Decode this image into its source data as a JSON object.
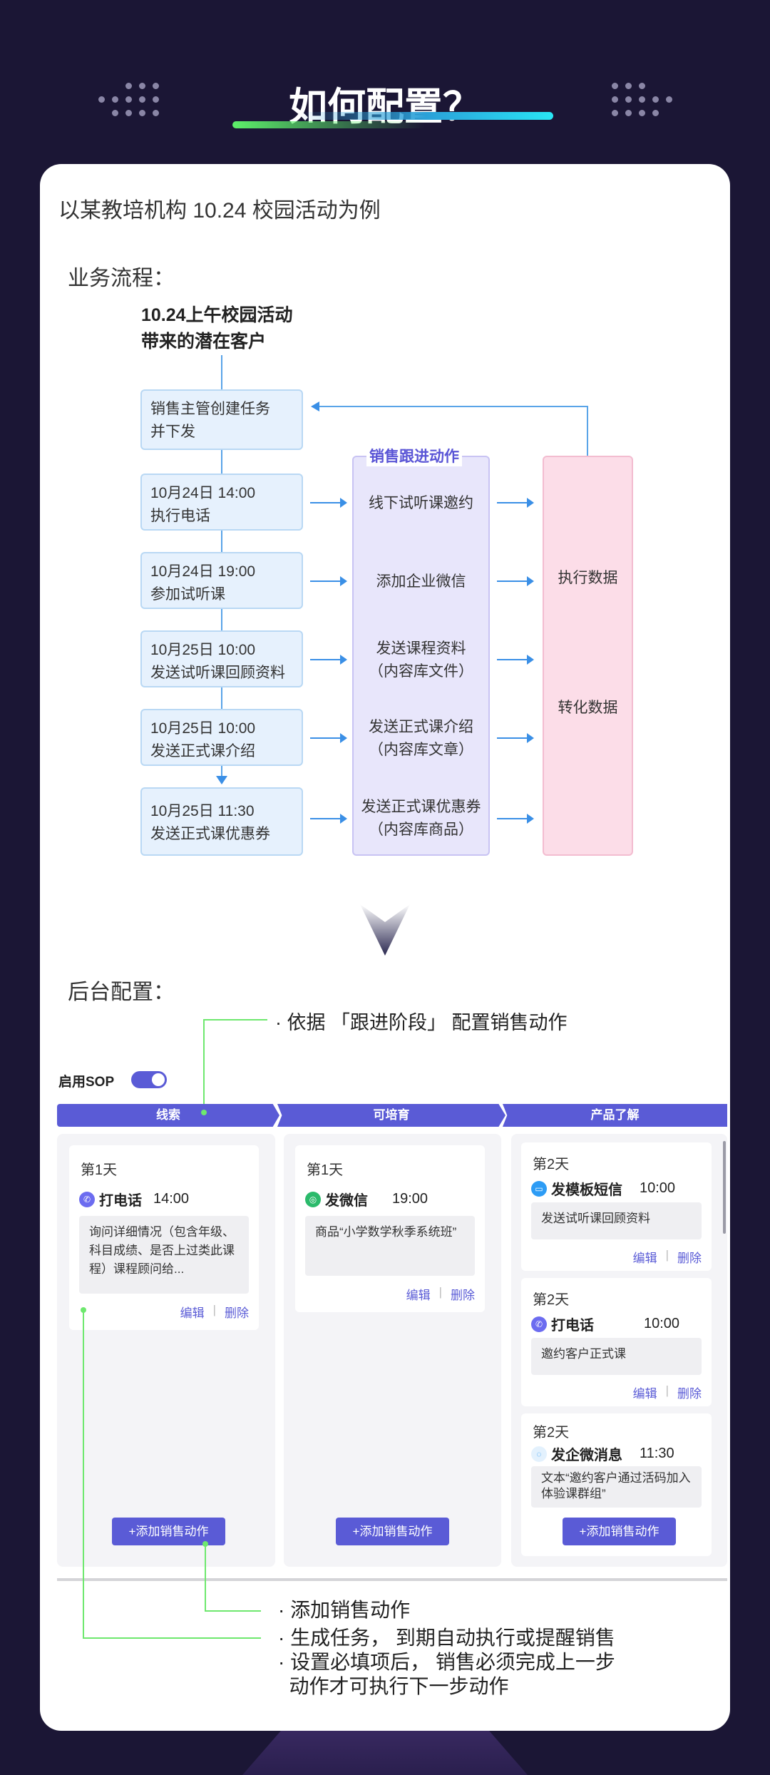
{
  "header": {
    "title": "如何配置？"
  },
  "intro": "以某教培机构 10.24 校园活动为例",
  "flow": {
    "heading": "业务流程：",
    "source": [
      "10.24上午校园活动",
      "带来的潜在客户"
    ],
    "steps": [
      {
        "l1": "销售主管创建任务",
        "l2": "并下发"
      },
      {
        "l1": "10月24日   14:00",
        "l2": "执行电话"
      },
      {
        "l1": "10月24日   19:00",
        "l2": "参加试听课"
      },
      {
        "l1": "10月25日   10:00",
        "l2": "发送试听课回顾资料"
      },
      {
        "l1": "10月25日   10:00",
        "l2": "发送正式课介绍"
      },
      {
        "l1": "10月25日   11:30",
        "l2": "发送正式课优惠券"
      }
    ],
    "actions_title": "销售跟进动作",
    "actions": [
      {
        "l1": "线下试听课邀约",
        "l2": ""
      },
      {
        "l1": "添加企业微信",
        "l2": ""
      },
      {
        "l1": "发送课程资料",
        "l2": "（内容库文件）"
      },
      {
        "l1": "发送正式课介绍",
        "l2": "（内容库文章）"
      },
      {
        "l1": "发送正式课优惠券",
        "l2": "（内容库商品）"
      }
    ],
    "data_labels": [
      "执行数据",
      "转化数据"
    ]
  },
  "backend": {
    "heading": "后台配置：",
    "callout_top": "· 依据 「跟进阶段」 配置销售动作",
    "sop_label": "启用SOP",
    "sop_enabled": true,
    "stages": [
      "线索",
      "可培育",
      "产品了解"
    ],
    "edit": "编辑",
    "delete": "删除",
    "sep": "|",
    "add_button": "+添加销售动作",
    "cards": [
      {
        "day": "第1天",
        "action": "打电话",
        "time": "14:00",
        "desc": "询问详细情况（包含年级、科目成绩、是否上过类此课程）课程顾问给...",
        "icon": "phone-icon"
      },
      {
        "day": "第1天",
        "action": "发微信",
        "time": "19:00",
        "desc": "商品“小学数学秋季系统班”",
        "icon": "wechat-icon"
      },
      {
        "day": "第2天",
        "action": "发模板短信",
        "time": "10:00",
        "desc": "发送试听课回顾资料",
        "icon": "sms-icon"
      },
      {
        "day": "第2天",
        "action": "打电话",
        "time": "10:00",
        "desc": "邀约客户正式课",
        "icon": "phone-icon"
      },
      {
        "day": "第2天",
        "action": "发企微消息",
        "time": "11:30",
        "desc": "文本“邀约客户通过活码加入体验课群组”",
        "icon": "wecom-icon"
      }
    ],
    "colors": {
      "accent": "#5a5bd6",
      "phone": "#6c6cf0",
      "wechat": "#2bba6b",
      "sms": "#2d9cf5"
    }
  },
  "notes": [
    "· 添加销售动作",
    "· 生成任务， 到期自动执行或提醒销售",
    "· 设置必填项后， 销售必须完成上一步",
    "  动作才可执行下一步动作"
  ]
}
